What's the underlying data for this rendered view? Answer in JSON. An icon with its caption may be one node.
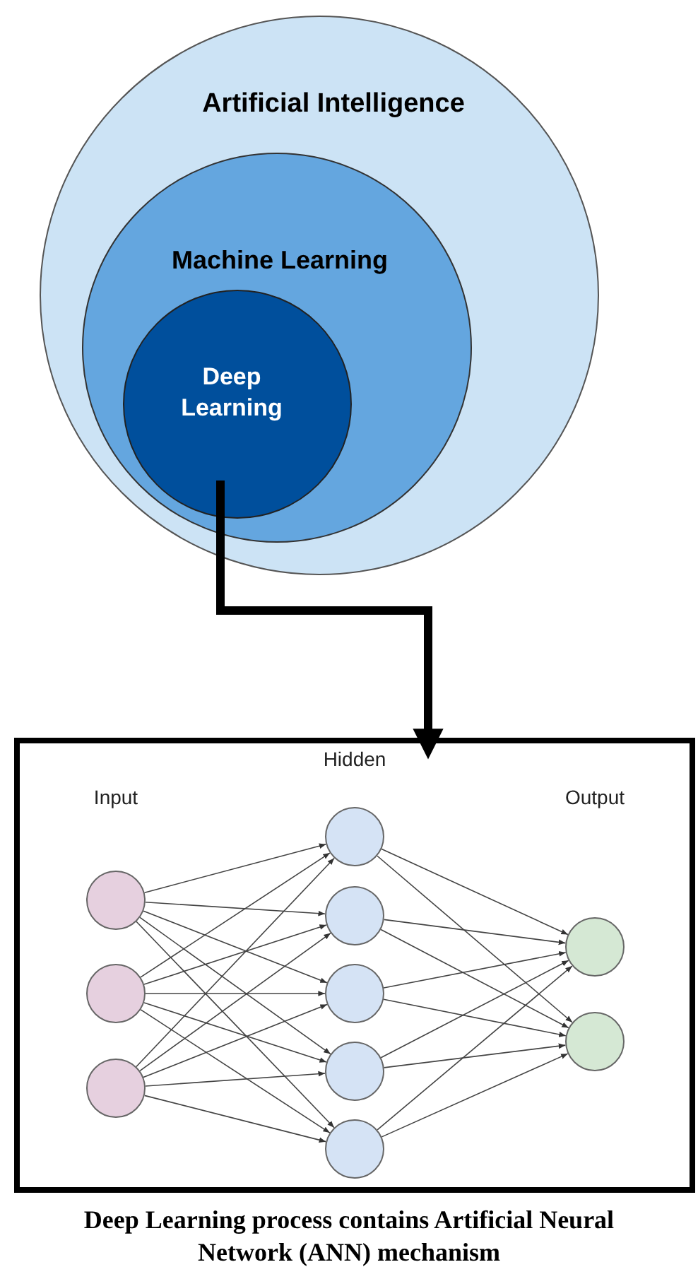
{
  "diagram": {
    "caption": "Deep Learning process contains Artificial Neural Network (ANN) mechanism",
    "nodes": [
      {
        "text": [
          "Artificial Intelligence"
        ]
      },
      {
        "text": [
          "Machine Learning"
        ],
        "in": 0
      },
      {
        "text": [
          "Deep Learning"
        ],
        "in": 1
      },
      {
        "text": [],
        "shape": "box"
      },
      {
        "text": [],
        "shape": "circle",
        "in": 3
      },
      {
        "text": [],
        "shape": "circle",
        "in": 3
      },
      {
        "text": [],
        "shape": "circle",
        "in": 3
      },
      {
        "text": [],
        "shape": "circle",
        "in": 3
      },
      {
        "text": [],
        "shape": "circle",
        "in": 3
      },
      {
        "text": [],
        "shape": "circle",
        "in": 3
      },
      {
        "text": [],
        "shape": "circle",
        "in": 3
      },
      {
        "text": [],
        "shape": "circle",
        "in": 3
      },
      {
        "text": [],
        "shape": "circle",
        "in": 3
      },
      {
        "text": [],
        "shape": "circle",
        "in": 3
      }
    ],
    "edges": [
      {
        "from": 2,
        "to": 3,
        "arrow": "to",
        "style": "thick"
      },
      {
        "from": 4,
        "to": 7,
        "arrow": "to"
      },
      {
        "from": 4,
        "to": 8,
        "arrow": "to"
      },
      {
        "from": 4,
        "to": 9,
        "arrow": "to"
      },
      {
        "from": 4,
        "to": 10,
        "arrow": "to"
      },
      {
        "from": 4,
        "to": 11,
        "arrow": "to"
      },
      {
        "from": 5,
        "to": 7,
        "arrow": "to"
      },
      {
        "from": 5,
        "to": 8,
        "arrow": "to"
      },
      {
        "from": 5,
        "to": 9,
        "arrow": "to"
      },
      {
        "from": 5,
        "to": 10,
        "arrow": "to"
      },
      {
        "from": 5,
        "to": 11,
        "arrow": "to"
      },
      {
        "from": 6,
        "to": 7,
        "arrow": "to"
      },
      {
        "from": 6,
        "to": 8,
        "arrow": "to"
      },
      {
        "from": 6,
        "to": 9,
        "arrow": "to"
      },
      {
        "from": 6,
        "to": 10,
        "arrow": "to"
      },
      {
        "from": 6,
        "to": 11,
        "arrow": "to"
      },
      {
        "from": 7,
        "to": 12,
        "arrow": "to"
      },
      {
        "from": 7,
        "to": 13,
        "arrow": "to"
      },
      {
        "from": 8,
        "to": 12,
        "arrow": "to"
      },
      {
        "from": 8,
        "to": 13,
        "arrow": "to"
      },
      {
        "from": 9,
        "to": 12,
        "arrow": "to"
      },
      {
        "from": 9,
        "to": 13,
        "arrow": "to"
      },
      {
        "from": 10,
        "to": 12,
        "arrow": "to"
      },
      {
        "from": 10,
        "to": 13,
        "arrow": "to"
      },
      {
        "from": 11,
        "to": 12,
        "arrow": "to"
      },
      {
        "from": 11,
        "to": 13,
        "arrow": "to"
      }
    ],
    "labels": [
      "Hidden",
      "Input",
      "Output"
    ]
  }
}
